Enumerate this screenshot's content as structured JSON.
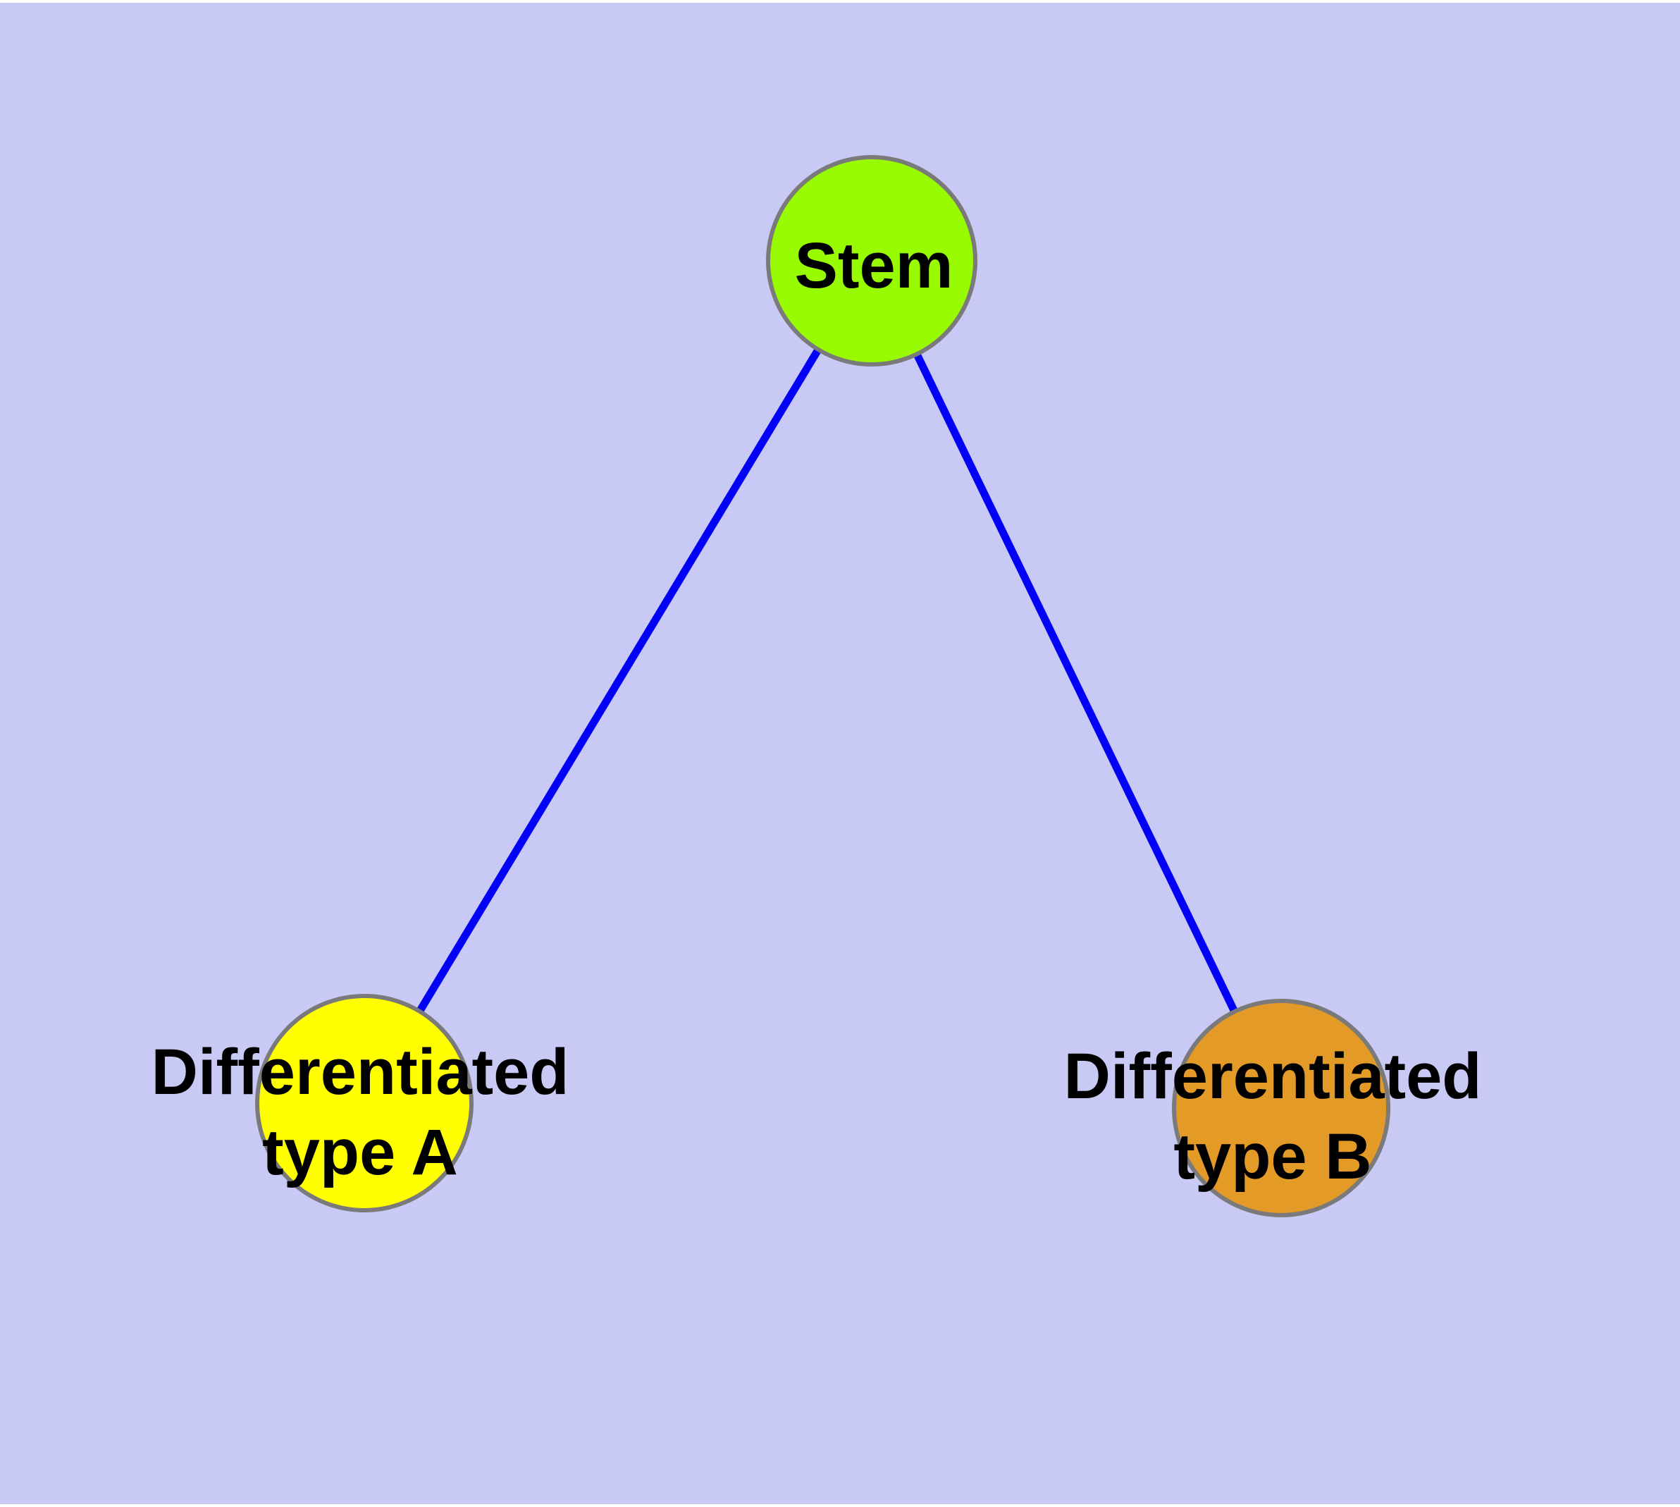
{
  "diagram": {
    "type": "node-link-graph",
    "description": "Stem cell differentiation diagram: a stem node connected to two differentiated cell type nodes",
    "colors": {
      "page": "#FFFFFF",
      "background": "#C9C9F5",
      "edge": "#0101F8",
      "node_border": "#7A7A7A",
      "text": "#000000"
    },
    "nodes": {
      "stem": {
        "label": "Stem",
        "fill": "#99FB01"
      },
      "type_a": {
        "label_line1": "Differentiated",
        "label_line2": "type A",
        "fill": "#FFFF00"
      },
      "type_b": {
        "label_line1": "Differentiated",
        "label_line2": "type B",
        "fill": "#E39A26"
      }
    },
    "edges": [
      {
        "from": "Stem",
        "to": "Differentiated type A"
      },
      {
        "from": "Stem",
        "to": "Differentiated type B"
      }
    ]
  }
}
